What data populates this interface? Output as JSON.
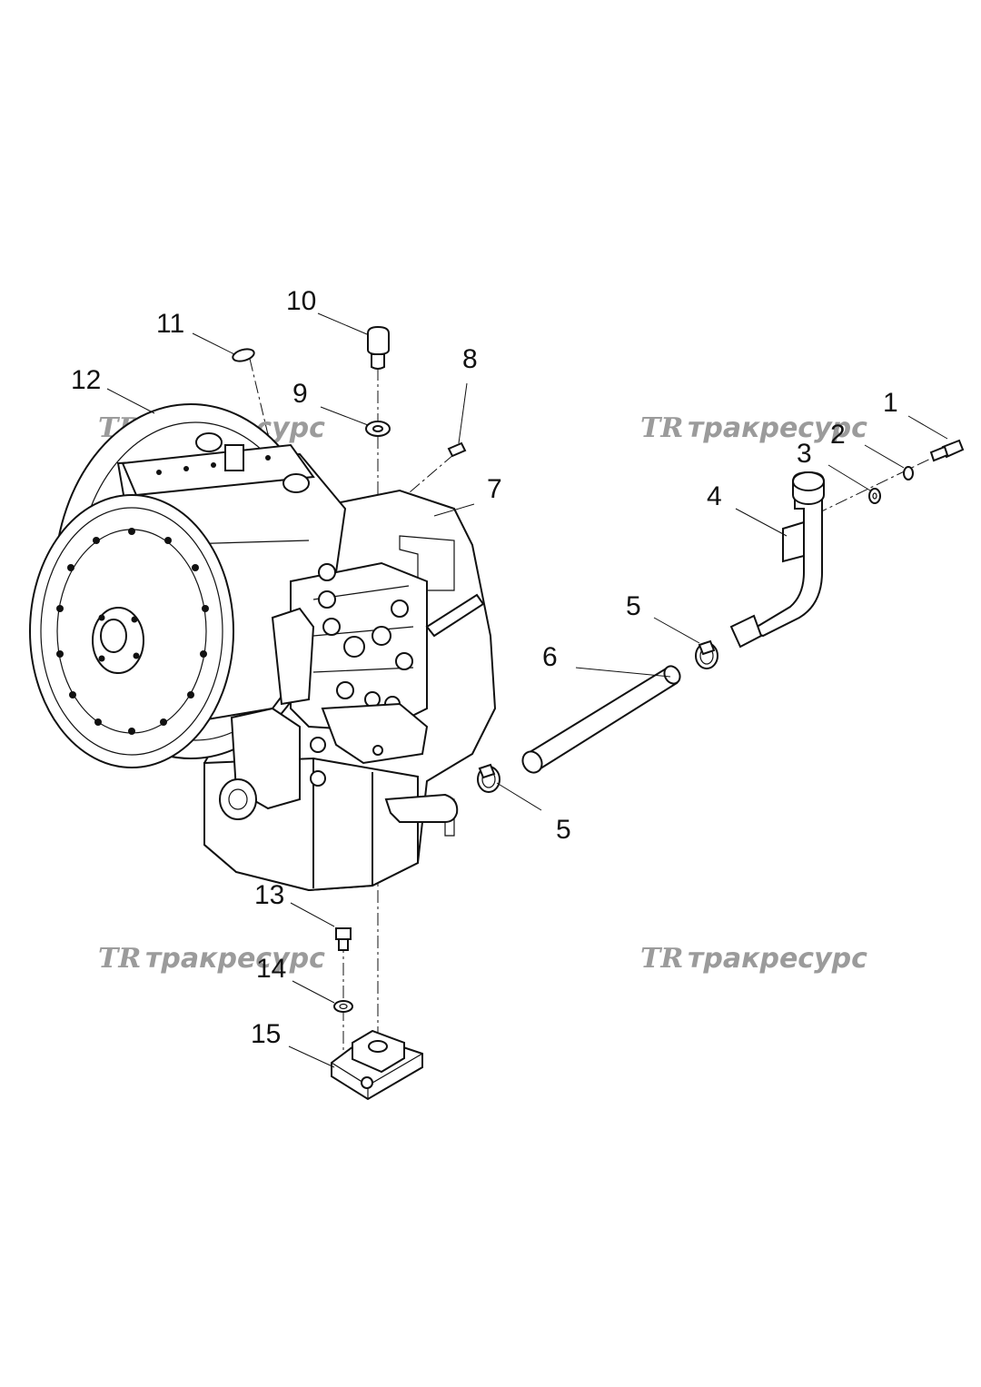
{
  "callouts": [
    {
      "id": "1",
      "label": "1"
    },
    {
      "id": "2",
      "label": "2"
    },
    {
      "id": "3",
      "label": "3"
    },
    {
      "id": "4",
      "label": "4"
    },
    {
      "id": "5a",
      "label": "5"
    },
    {
      "id": "5b",
      "label": "5"
    },
    {
      "id": "6",
      "label": "6"
    },
    {
      "id": "7",
      "label": "7"
    },
    {
      "id": "8",
      "label": "8"
    },
    {
      "id": "9",
      "label": "9"
    },
    {
      "id": "10",
      "label": "10"
    },
    {
      "id": "11",
      "label": "11"
    },
    {
      "id": "12",
      "label": "12"
    },
    {
      "id": "13",
      "label": "13"
    },
    {
      "id": "14",
      "label": "14"
    },
    {
      "id": "15",
      "label": "15"
    }
  ],
  "watermark": {
    "logo": "TR",
    "text": "тракресурс"
  },
  "colors": {
    "line": "#111111",
    "watermark": "#9b9b9b",
    "background": "#ffffff"
  }
}
